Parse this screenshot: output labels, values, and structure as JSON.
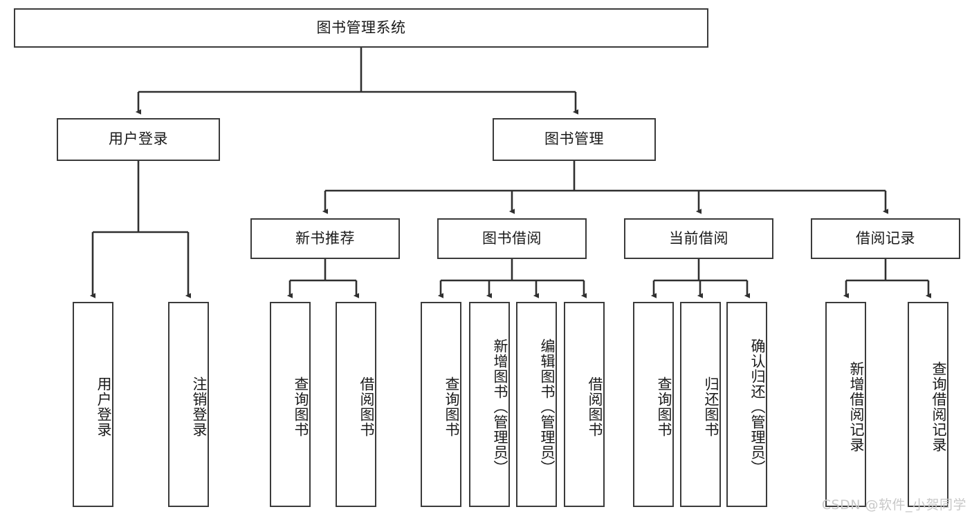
{
  "diagram": {
    "title": "图书管理系统",
    "type": "tree",
    "root": {
      "label": "图书管理系统"
    },
    "level2": [
      {
        "label": "用户登录"
      },
      {
        "label": "图书管理"
      }
    ],
    "level3": [
      {
        "label": "新书推荐"
      },
      {
        "label": "图书借阅"
      },
      {
        "label": "当前借阅"
      },
      {
        "label": "借阅记录"
      }
    ],
    "leaves": {
      "user_login": [
        {
          "label": "用户登录"
        },
        {
          "label": "注销登录"
        }
      ],
      "new_book_recommend": [
        {
          "label": "查询图书"
        },
        {
          "label": "借阅图书"
        }
      ],
      "book_borrow": [
        {
          "label": "查询图书"
        },
        {
          "label": "新增图书（管理员）"
        },
        {
          "label": "编辑图书（管理员）"
        },
        {
          "label": "借阅图书"
        }
      ],
      "current_borrow": [
        {
          "label": "查询图书"
        },
        {
          "label": "归还图书"
        },
        {
          "label": "确认归还（管理员）"
        }
      ],
      "borrow_record": [
        {
          "label": "新增借阅记录"
        },
        {
          "label": "查询借阅记录"
        }
      ]
    }
  },
  "watermark": {
    "text": "CSDN @软件_小贺同学"
  },
  "colors": {
    "stroke": "#3a3a3a",
    "background": "#ffffff",
    "text": "#1a1a1a",
    "watermark": "#c8c8c8"
  }
}
